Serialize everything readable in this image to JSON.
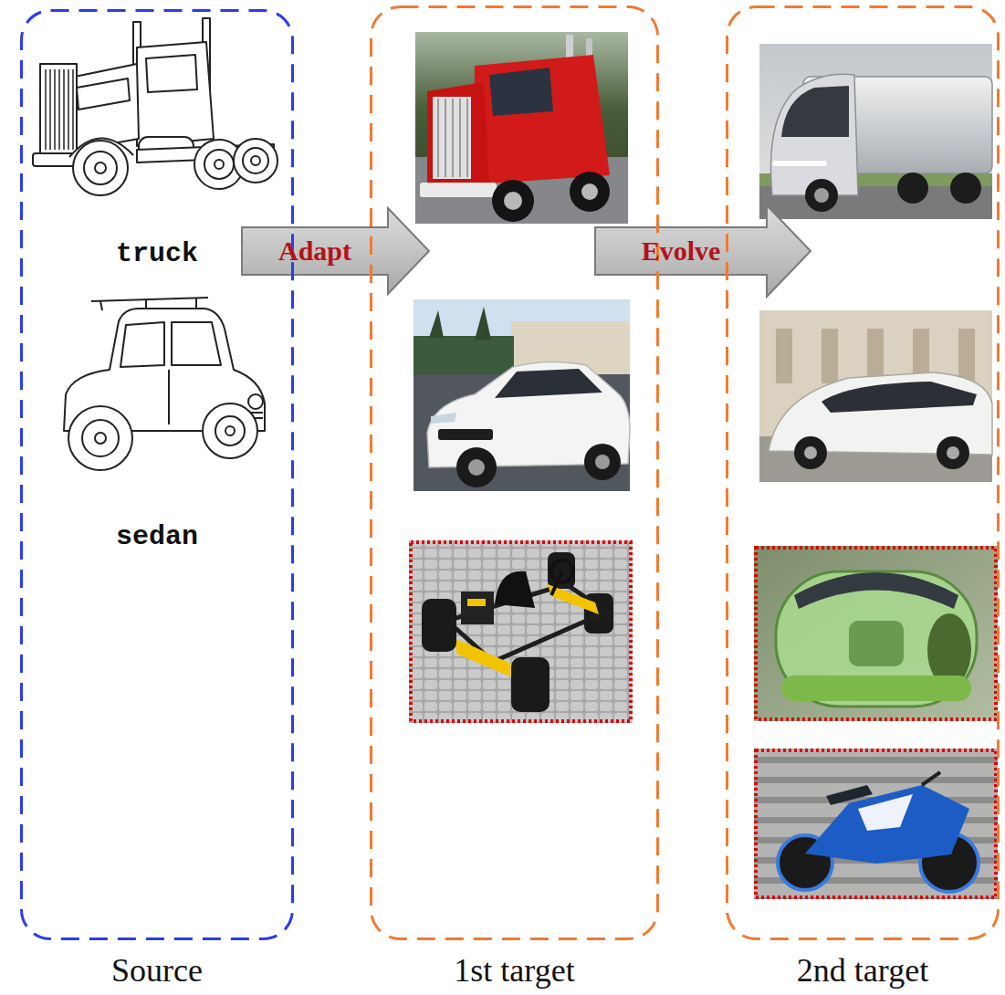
{
  "diagram": {
    "nodes": [
      {
        "text": [
          "truck",
          "sedan",
          "Source"
        ]
      },
      {
        "text": [
          "1st target"
        ]
      },
      {
        "text": [
          "2nd target"
        ]
      }
    ],
    "edges": [
      {
        "from": 0,
        "to": 1,
        "arrow": "to",
        "label": "Adapt"
      },
      {
        "from": 1,
        "to": 2,
        "arrow": "to",
        "label": "Evolve"
      }
    ]
  }
}
